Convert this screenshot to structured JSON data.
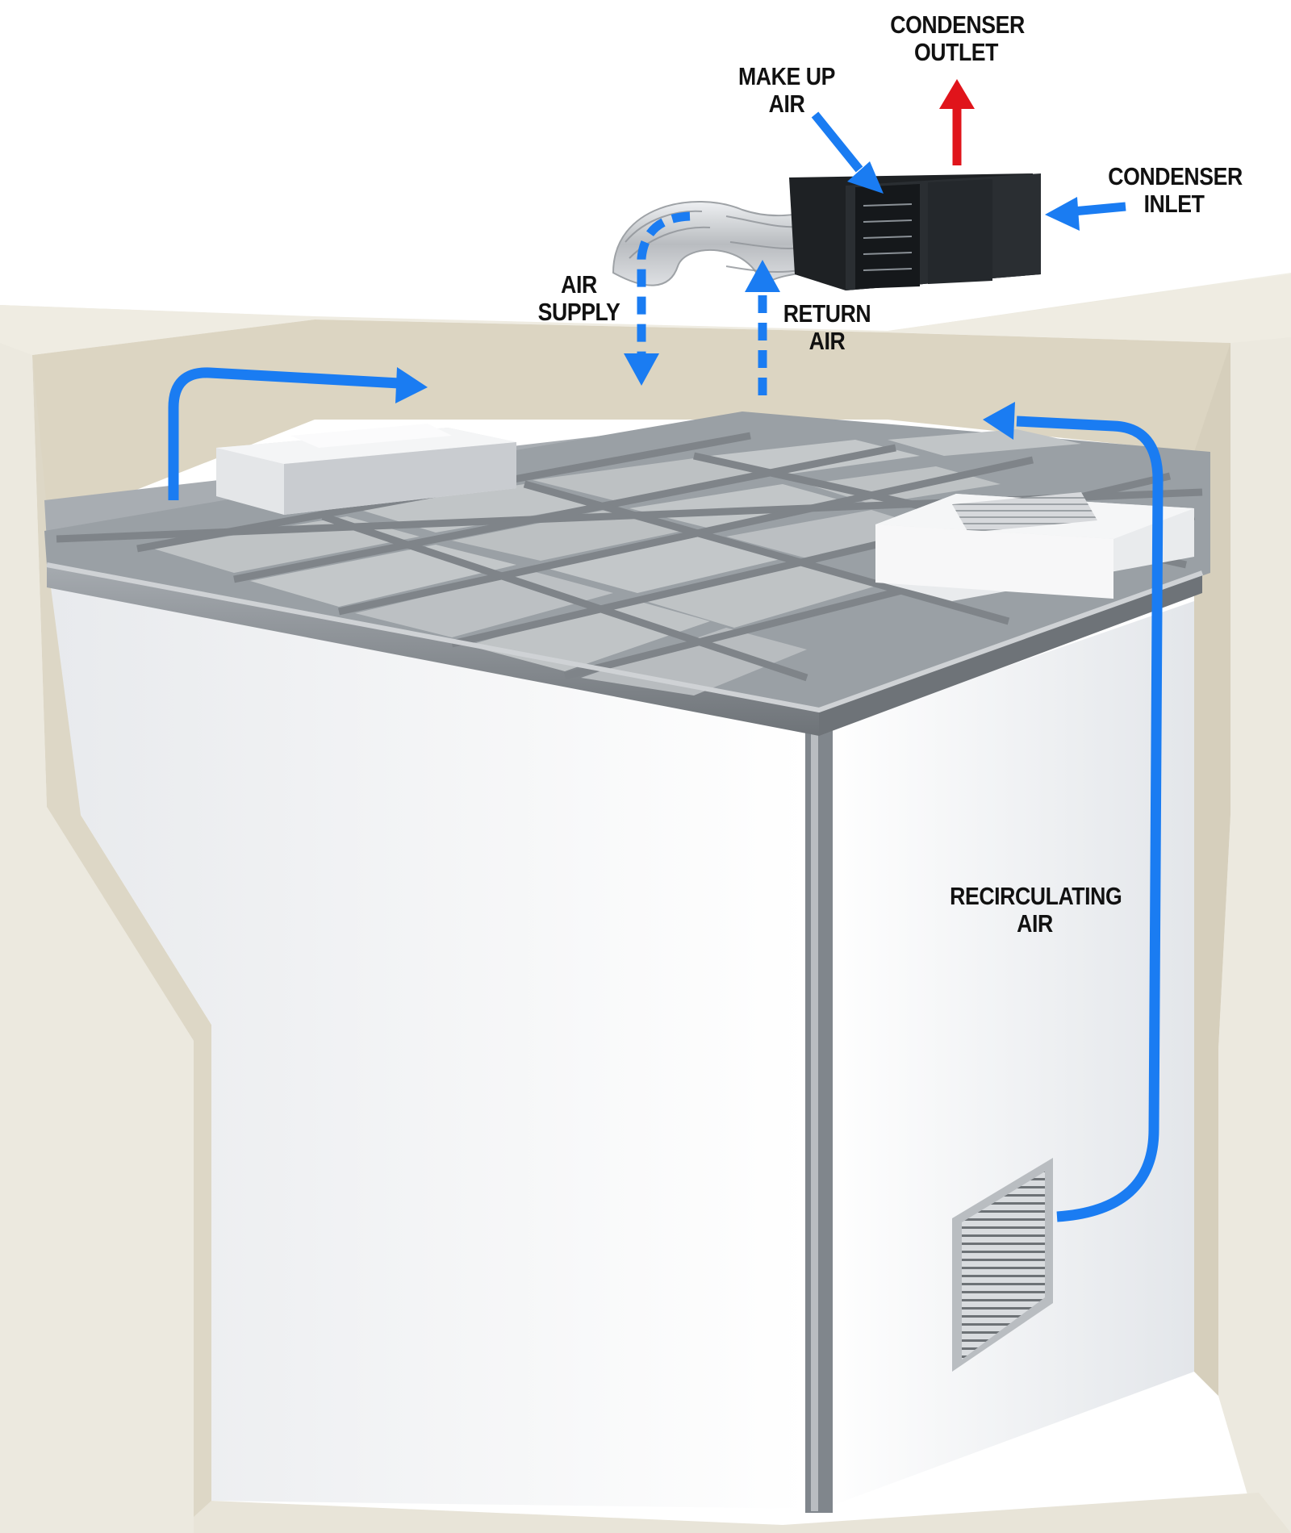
{
  "labels": {
    "condenser_outlet": [
      "CONDENSER",
      "OUTLET"
    ],
    "make_up_air": [
      "MAKE UP",
      "AIR"
    ],
    "condenser_inlet": [
      "CONDENSER",
      "INLET"
    ],
    "air_supply": [
      "AIR",
      "SUPPLY"
    ],
    "return_air": [
      "RETURN",
      "AIR"
    ],
    "recirculating_air": [
      "RECIRCULATING",
      "AIR"
    ]
  },
  "colors": {
    "airflow_arrow": "#1a7cf2",
    "outlet_arrow": "#e0141b",
    "building_shell": "#ebe8dc",
    "shell_interior": "#d8d2c0",
    "ceiling_grid": "#8e9398",
    "ceiling_tile": "#b9bec0",
    "wall_panel": "#f5f6f8",
    "corner_post": "#80868c",
    "condenser_unit": "#1e2124",
    "label_text": "#111111"
  }
}
